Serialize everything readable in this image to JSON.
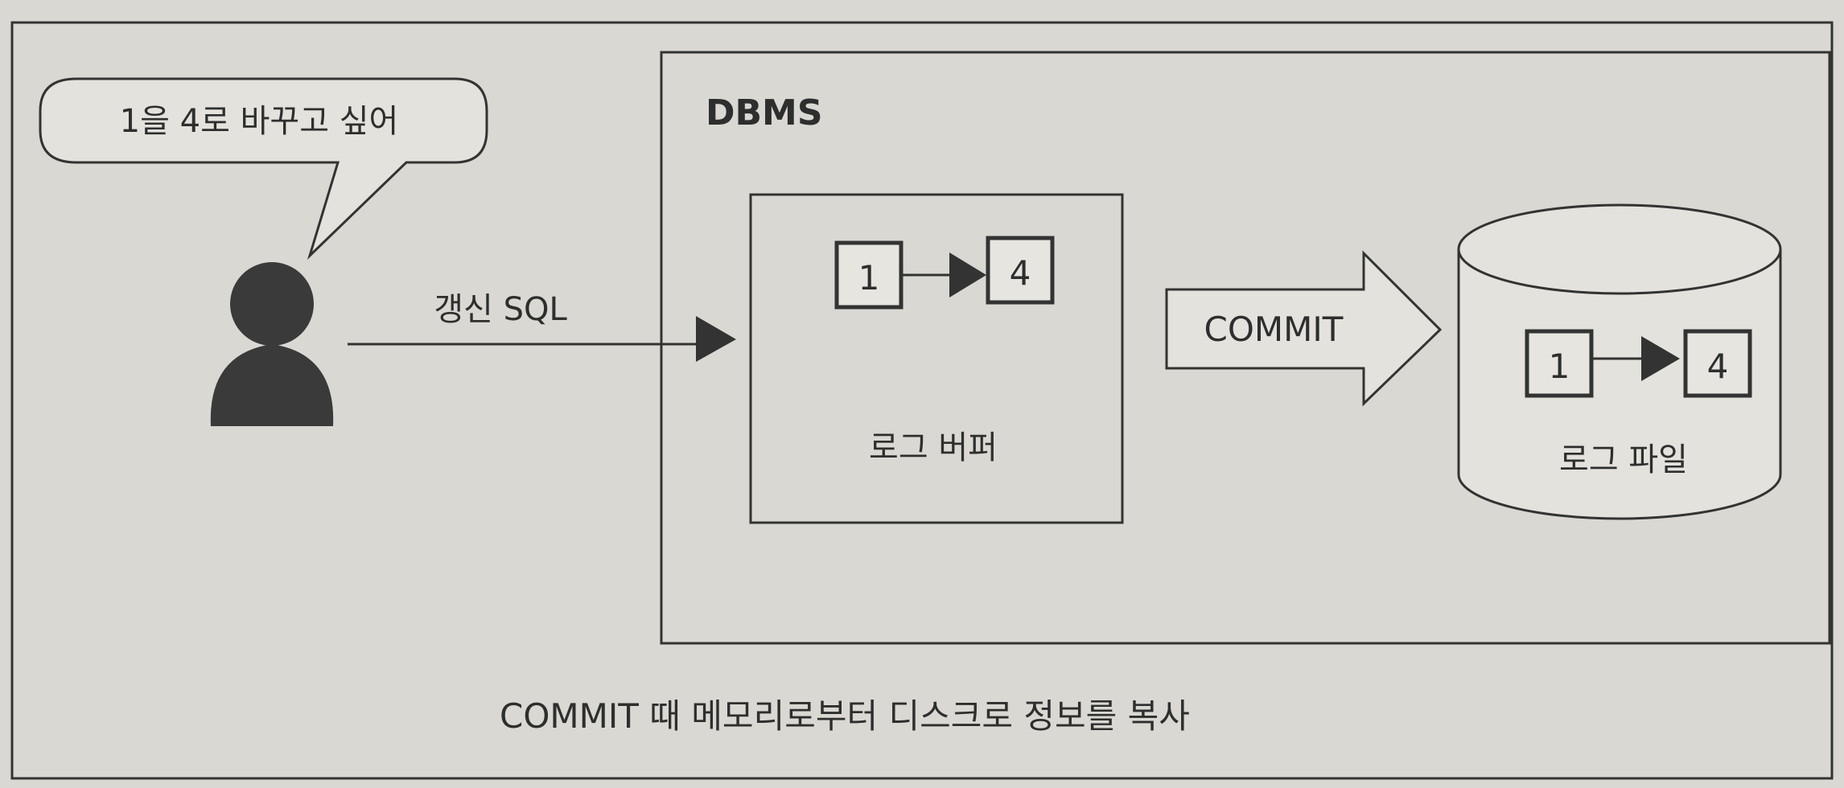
{
  "speech_bubble": {
    "text": "1을 4로 바꾸고 싶어"
  },
  "arrow_sql": {
    "label": "갱신 SQL"
  },
  "dbms": {
    "title": "DBMS"
  },
  "log_buffer": {
    "from_value": "1",
    "to_value": "4",
    "label": "로그 버퍼"
  },
  "commit_arrow": {
    "label": "COMMIT"
  },
  "log_file": {
    "from_value": "1",
    "to_value": "4",
    "label": "로그 파일"
  },
  "caption": {
    "text": "COMMIT 때 메모리로부터 디스크로 정보를 복사"
  }
}
